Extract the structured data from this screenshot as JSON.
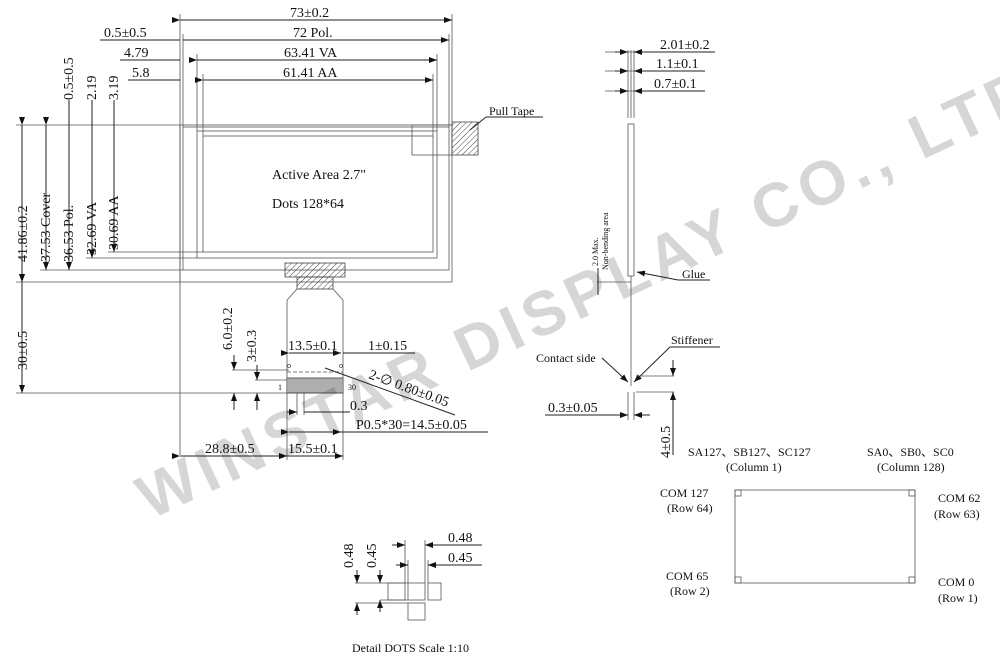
{
  "top_dims": {
    "cover": "73±0.2",
    "pol": "72 Pol.",
    "va": "63.41 VA",
    "aa": "61.41 AA",
    "off_pol": "0.5±0.5",
    "off_va": "4.79",
    "off_aa": "5.8"
  },
  "left_dims": {
    "off_pol": "0.5±0.5",
    "off_va": "2.19",
    "off_aa": "3.19",
    "cover_h": "41.86±0.2",
    "cover": "37.53 Cover",
    "pol": "36.53 Pol.",
    "va": "32.69 VA",
    "aa": "30.69 AA",
    "fpc_len": "30±0.5"
  },
  "panel": {
    "active_area": "Active Area 2.7\"",
    "dots": "Dots 128*64",
    "pull_tape": "Pull Tape"
  },
  "fpc": {
    "h1": "6.0±0.2",
    "h2": "3±0.3",
    "w1": "13.5±0.1",
    "w2": "1±0.15",
    "hole": "2-∅ 0.80±0.05",
    "pin_w": "0.3",
    "pitch": "P0.5*30=14.5±0.05",
    "offset": "28.8±0.5",
    "width": "15.5±0.1",
    "pin_first": "1",
    "pin_last": "30"
  },
  "side_view": {
    "t1": "2.01±0.2",
    "t2": "1.1±0.1",
    "t3": "0.7±0.1",
    "nonbend1": "2.0 Max.",
    "nonbend2": "Non-bending area",
    "glue": "Glue",
    "stiffener": "Stiffener",
    "contact": "Contact side",
    "fpc_t": "0.3±0.05",
    "stiff_len": "4±0.5"
  },
  "pinmap": {
    "tl_seg": "SA127、SB127、SC127",
    "tl_col": "(Column 1)",
    "tr_seg": "SA0、SB0、SC0",
    "tr_col": "(Column 128)",
    "lt_com": "COM 127",
    "lt_row": "(Row 64)",
    "lb_com": "COM 65",
    "lb_row": "(Row 2)",
    "rt_com": "COM 62",
    "rt_row": "(Row 63)",
    "rb_com": "COM 0",
    "rb_row": "(Row 1)"
  },
  "detail": {
    "v1": "0.48",
    "v2": "0.45",
    "h1": "0.48",
    "h2": "0.45",
    "caption": "Detail DOTS  Scale 1:10"
  },
  "watermark": "WINSTAR DISPLAY CO., LTD."
}
